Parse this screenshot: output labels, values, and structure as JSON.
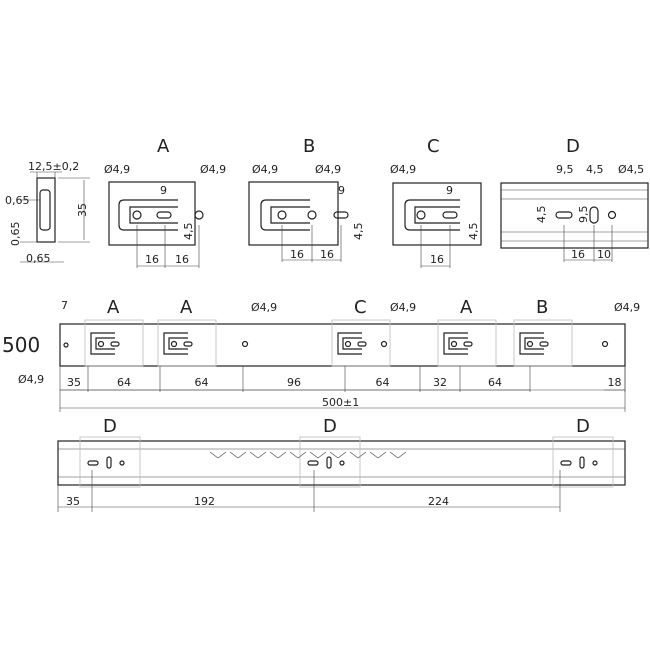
{
  "section": {
    "width": "12,5±0,2",
    "height": "35",
    "thk_a": "0,65",
    "thk_b": "0,65",
    "thk_c": "0,65"
  },
  "details": {
    "A": {
      "title": "A",
      "hole_l": "Ø4,9",
      "hole_r": "Ø4,9",
      "slot": "9",
      "offset": "4,5",
      "d1": "16",
      "d2": "16"
    },
    "B": {
      "title": "B",
      "hole_l": "Ø4,9",
      "hole_r": "Ø4,9",
      "slot": "9",
      "offset": "4,5",
      "d1": "16",
      "d2": "16"
    },
    "C": {
      "title": "C",
      "hole_l": "Ø4,9",
      "slot": "9",
      "offset": "4,5",
      "d1": "16"
    },
    "D": {
      "title": "D",
      "slot_w": "9,5",
      "slot2_w": "4,5",
      "hole": "Ø4,5",
      "slot_h": "4,5",
      "slot2_h": "9,5",
      "d1": "16",
      "d2": "10"
    }
  },
  "rail": {
    "length_label": "500",
    "end_offset": "7",
    "end_hole": "Ø4,9",
    "markers": [
      "A",
      "A",
      "Ø4,9",
      "C",
      "Ø4,9",
      "A",
      "B",
      "Ø4,9"
    ],
    "dims": [
      "35",
      "64",
      "64",
      "96",
      "64",
      "32",
      "64",
      "18"
    ],
    "total": "500±1"
  },
  "rail2": {
    "markers": [
      "D",
      "D",
      "D"
    ],
    "dims": [
      "35",
      "192",
      "224"
    ]
  }
}
